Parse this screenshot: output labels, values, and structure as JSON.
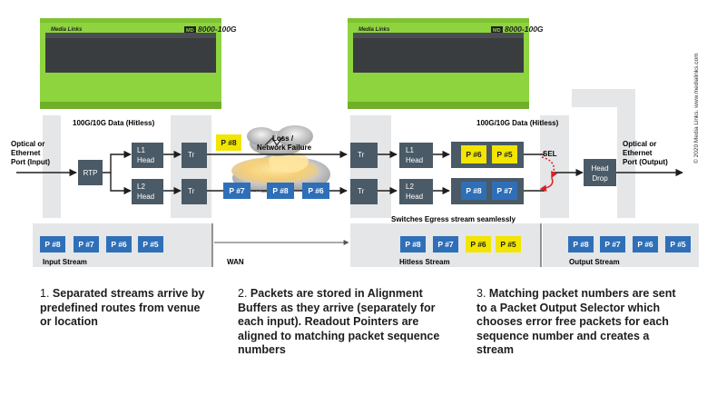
{
  "device_brand": "Media Links",
  "device_model_prefix": "MD",
  "device_model": "8000-100G",
  "labels": {
    "data_left": "100G/10G Data (Hitless)",
    "data_right": "100G/10G Data (Hitless)",
    "input_port_line1": "Optical or",
    "input_port_line2": "Ethernet",
    "input_port_line3": "Port (Input)",
    "output_port_line1": "Optical or",
    "output_port_line2": "Ethernet",
    "output_port_line3": "Port (Output)",
    "rtp": "RTP",
    "l1_head_line1": "L1",
    "l1_head_line2": "Head",
    "l2_head_line1": "L2",
    "l2_head_line2": "Head",
    "tr": "Tr",
    "sel": "SEL",
    "head_drop_line1": "Head",
    "head_drop_line2": "Drop",
    "loss_line1": "Loss /",
    "loss_line2": "Network Failure",
    "switches": "Switches Egress stream seamlessly",
    "input_stream": "Input Stream",
    "wan": "WAN",
    "hitless_stream": "Hitless Stream",
    "output_stream": "Output Stream",
    "copyright": "© 2020 Media Links. www.medialinks.com"
  },
  "packets": {
    "p8": "P #8",
    "p7": "P #7",
    "p6": "P #6",
    "p5": "P #5",
    "ellipsis": "..."
  },
  "captions": {
    "c1_num": "1.",
    "c1_line1": "Separated streams arrive by",
    "c1_line2": "predefined routes from venue",
    "c1_line3": "or location",
    "c2_num": "2.",
    "c2_line1": "Packets are stored in Alignment",
    "c2_line2": "Buffers as they arrive (separately for",
    "c2_line3": "each input). Readout Pointers are",
    "c2_line4": "aligned to matching packet sequence",
    "c2_line5": "numbers",
    "c3_num": "3.",
    "c3_line1": "Matching packet numbers are sent",
    "c3_line2": "to a Packet Output Selector which",
    "c3_line3": "chooses error free packets for each",
    "c3_line4": "sequence number and creates a",
    "c3_line5": "stream"
  },
  "colors": {
    "device_green": "#8dd43f",
    "box_dark": "#4a5a66",
    "packet_blue": "#2f6fb8",
    "packet_yellow": "#f2e500",
    "panel_gray": "#e4e6e8",
    "alert_red": "#e21c23"
  }
}
